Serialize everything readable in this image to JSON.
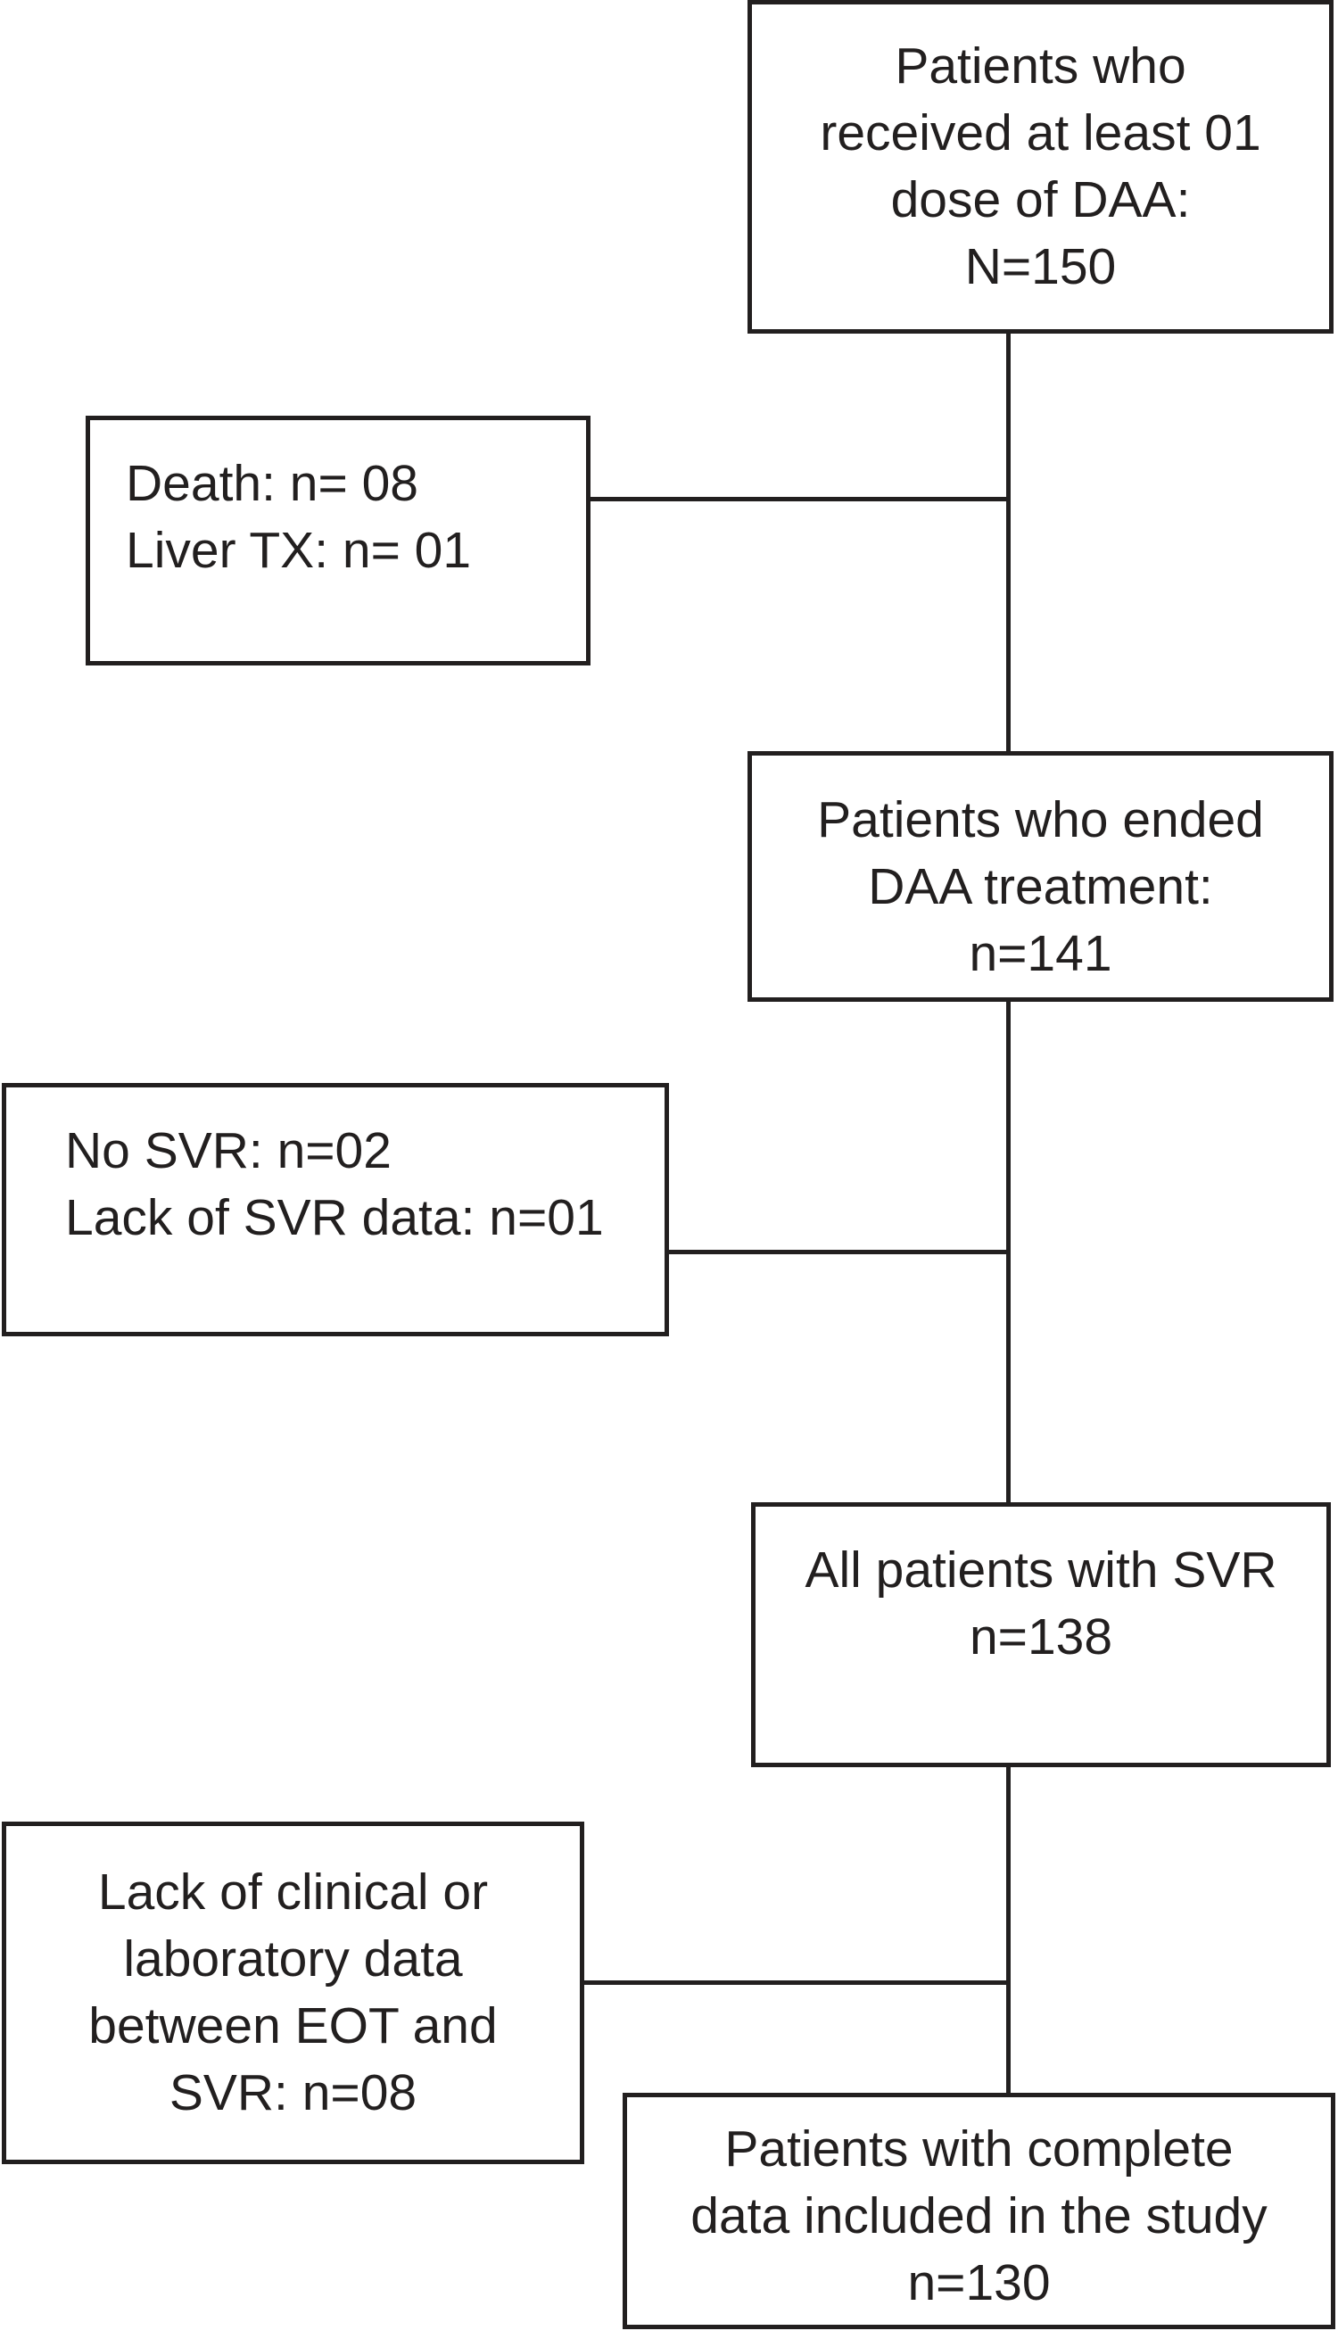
{
  "colors": {
    "line": "#221f1f",
    "text": "#221f1f",
    "background": "#ffffff"
  },
  "boxes": {
    "received_dose": {
      "text": "Patients who\nreceived at least 01\ndose of DAA:\nN=150"
    },
    "death_liver_tx": {
      "text": "Death: n= 08\nLiver TX: n= 01"
    },
    "ended_treatment": {
      "text": "Patients who ended\nDAA treatment:\nn=141"
    },
    "no_svr": {
      "text": "No SVR: n=02\nLack of SVR data: n=01"
    },
    "all_svr": {
      "text": "All patients with SVR\nn=138"
    },
    "lack_data": {
      "text": "Lack of clinical or\nlaboratory data\nbetween EOT and\nSVR: n=08"
    },
    "complete_data": {
      "text": "Patients with complete\ndata included in the study\nn=130"
    }
  }
}
